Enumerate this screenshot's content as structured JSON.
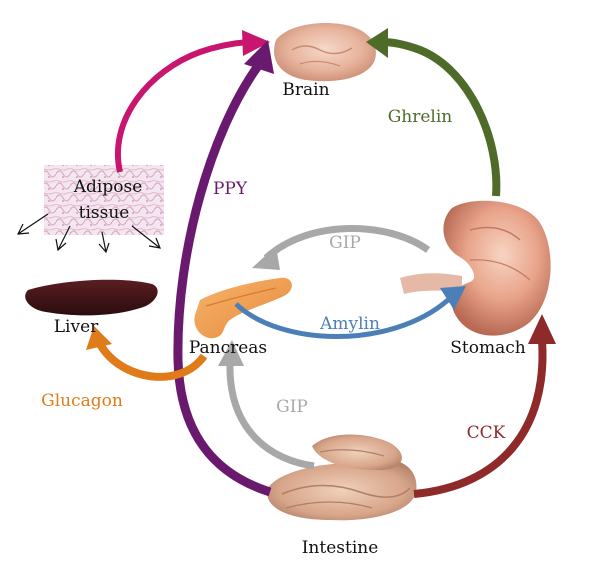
{
  "organs": {
    "brain": "Brain",
    "stomach": "Stomach",
    "intestine": "Intestine",
    "pancreas": "Pancreas",
    "liver": "Liver",
    "adipose_line1": "Adipose",
    "adipose_line2": "tissue"
  },
  "hormones": {
    "ghrelin": "Ghrelin",
    "ppy": "PPY",
    "gip_upper": "GIP",
    "amylin": "Amylin",
    "gip_lower": "GIP",
    "glucagon": "Glucagon",
    "cck": "CCK"
  },
  "colors": {
    "ghrelin": "#4e6b2a",
    "ppy": "#6a1a6e",
    "gip": "#a8a8a8",
    "amylin": "#4a7fb8",
    "glucagon": "#e07b1a",
    "cck": "#8e2a2a",
    "adipose_arrow": "#c8166e",
    "text_black": "#111111"
  }
}
